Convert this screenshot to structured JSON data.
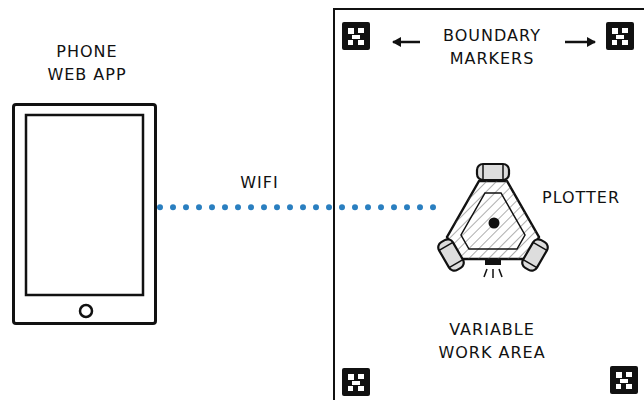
{
  "diagram": {
    "nodes": [
      {
        "text": [
          "PHONE WEB APP"
        ]
      },
      {
        "text": [
          "VARIABLE WORK AREA"
        ]
      },
      {
        "text": [
          "PLOTTER"
        ],
        "in": 1
      }
    ],
    "edges": [
      {
        "from": 0,
        "to": 2,
        "label": "WIFI",
        "arrow": "none"
      }
    ],
    "labels": [
      "BOUNDARY MARKERS"
    ]
  }
}
